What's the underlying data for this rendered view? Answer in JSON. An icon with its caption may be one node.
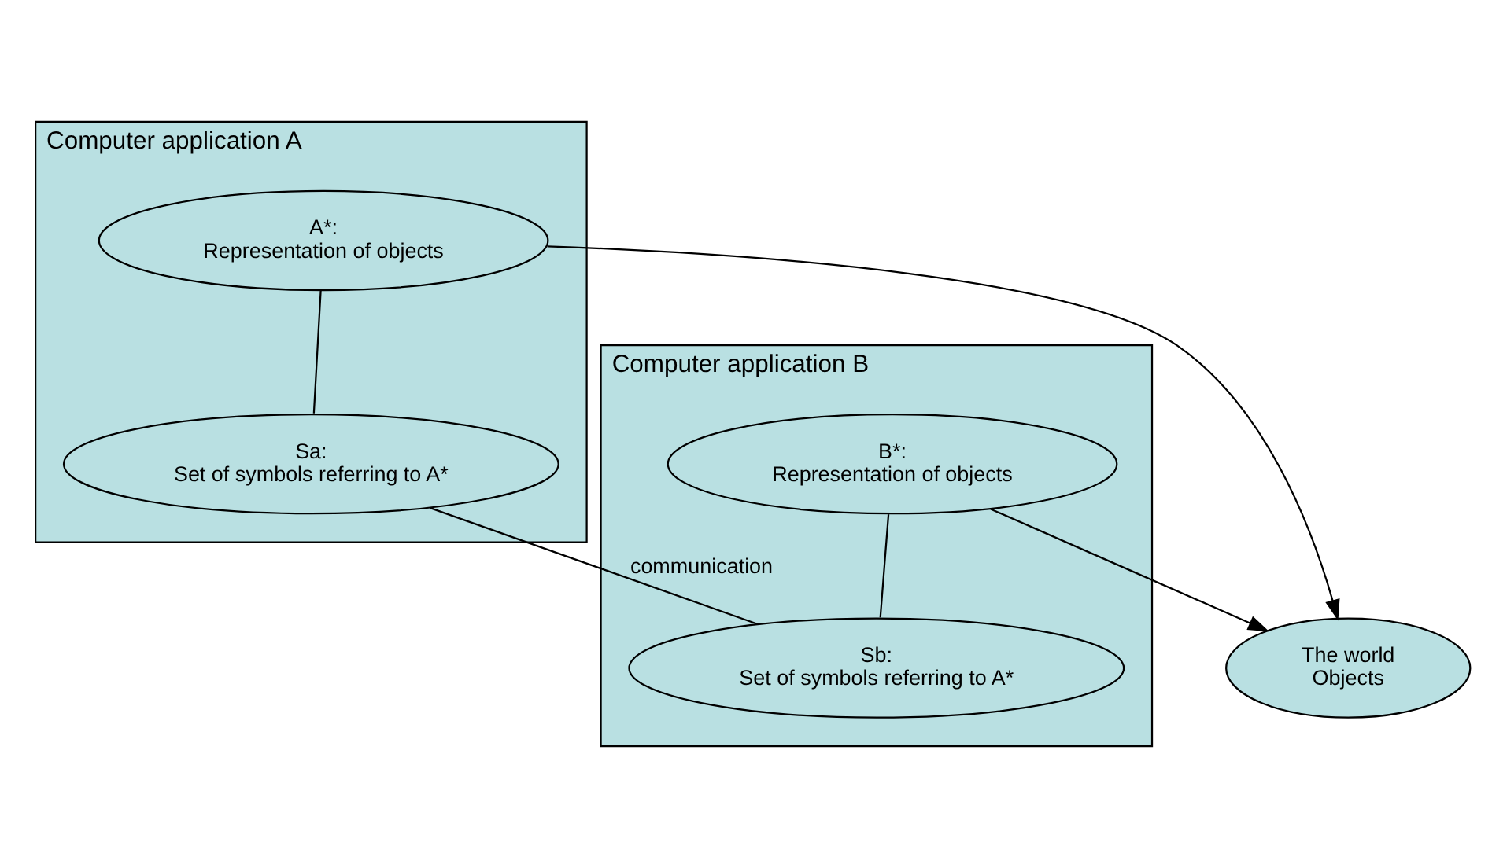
{
  "diagram": {
    "nodes": [
      {
        "text": [
          "The world",
          "Objects"
        ]
      },
      {
        "text": [
          "Computer application A"
        ]
      },
      {
        "text": [
          "A*:",
          "Representation of objects"
        ],
        "in": 1
      },
      {
        "text": [
          "Sa:",
          "Set of symbols referring to A*"
        ],
        "in": 1
      },
      {
        "text": [
          "Computer application B"
        ]
      },
      {
        "text": [
          "B*:",
          "Representation of objects"
        ],
        "in": 4
      },
      {
        "text": [
          "Sb:",
          "Set of symbols referring to A*"
        ],
        "in": 4
      }
    ],
    "edges": [
      {
        "from": 2,
        "to": 0,
        "arrow": "to"
      },
      {
        "from": 5,
        "to": 0,
        "arrow": "to"
      },
      {
        "from": 2,
        "to": 3,
        "arrow": "none"
      },
      {
        "from": 5,
        "to": 6,
        "arrow": "none"
      },
      {
        "from": 3,
        "to": 6,
        "arrow": "none",
        "label": "communication"
      }
    ]
  }
}
